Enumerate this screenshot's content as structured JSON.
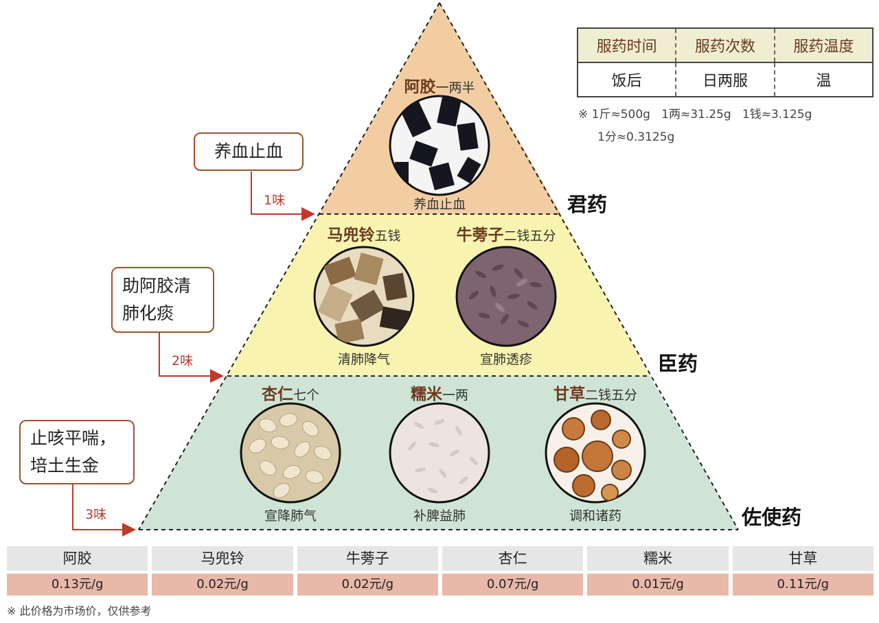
{
  "pyramid": {
    "tiers": [
      {
        "label": "君药",
        "count": "1味",
        "function": "养血止血",
        "fill": "#f3cda2",
        "herbs": [
          {
            "name": "阿胶",
            "dose": "一两半",
            "effect": "养血止血",
            "image": "dark-gelatin-blocks"
          }
        ]
      },
      {
        "label": "臣药",
        "count": "2味",
        "function": "助阿胶清\n肺化痰",
        "fill": "#f8f4b0",
        "herbs": [
          {
            "name": "马兜铃",
            "dose": "五钱",
            "effect": "清肺降气",
            "image": "dried-fruit-slices"
          },
          {
            "name": "牛蒡子",
            "dose": "二钱五分",
            "effect": "宣肺透疹",
            "image": "brown-seeds"
          }
        ]
      },
      {
        "label": "佐使药",
        "count": "3味",
        "function": "止咳平喘，\n培土生金",
        "fill": "#cfe4d4",
        "herbs": [
          {
            "name": "杏仁",
            "dose": "七个",
            "effect": "宣降肺气",
            "image": "almond-kernels"
          },
          {
            "name": "糯米",
            "dose": "一两",
            "effect": "补脾益肺",
            "image": "white-rice"
          },
          {
            "name": "甘草",
            "dose": "二钱五分",
            "effect": "调和诸药",
            "image": "licorice-slices"
          }
        ]
      }
    ]
  },
  "info_table": {
    "headers": [
      "服药时间",
      "服药次数",
      "服药温度"
    ],
    "values": [
      "饭后",
      "日两服",
      "温"
    ]
  },
  "unit_note": {
    "line1": "※ 1斤≈500g   1两≈31.25g   1钱≈3.125g",
    "line2": "1分≈0.3125g"
  },
  "prices": [
    {
      "name": "阿胶",
      "price": "0.13元/g"
    },
    {
      "name": "马兜铃",
      "price": "0.02元/g"
    },
    {
      "name": "牛蒡子",
      "price": "0.02元/g"
    },
    {
      "name": "杏仁",
      "price": "0.07元/g"
    },
    {
      "name": "糯米",
      "price": "0.01元/g"
    },
    {
      "name": "甘草",
      "price": "0.11元/g"
    }
  ],
  "footer_note": "※ 此价格为市场价，仅供参考",
  "colors": {
    "accent_brown": "#6b3a1f",
    "arrow_red": "#c0392b",
    "price_bg": "#e8b8a8"
  }
}
